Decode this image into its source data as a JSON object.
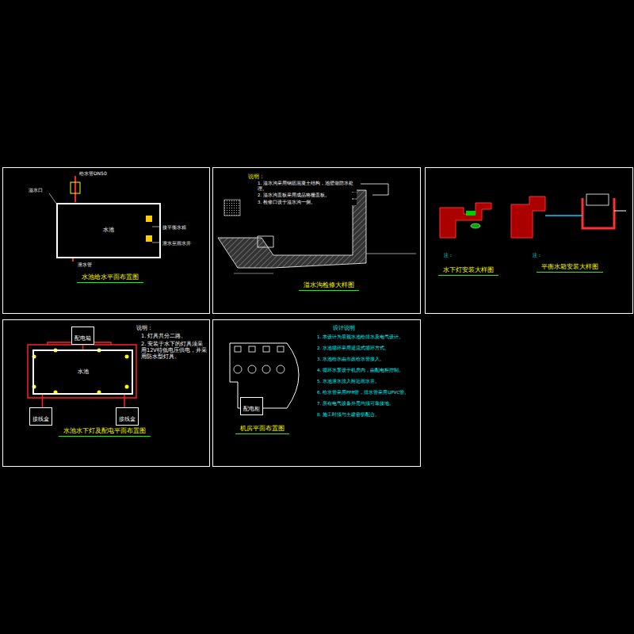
{
  "diagram": {
    "nodes": [
      {
        "text": [
          "水池给水平面布置图"
        ]
      },
      {
        "text": [
          "水池"
        ],
        "in": 0
      },
      {
        "text": [
          "溢水沟检修大样图"
        ]
      },
      {
        "text": [
          "水下灯安装大样图",
          "平衡水箱安装大样图"
        ]
      },
      {
        "text": [
          "水池水下灯及配电平面布置图"
        ]
      },
      {
        "text": [
          "水池"
        ],
        "in": 4
      },
      {
        "text": [
          "配电箱"
        ],
        "in": 4
      },
      {
        "text": [
          "接线盒"
        ],
        "in": 4
      },
      {
        "text": [
          "接线盒"
        ],
        "in": 4
      },
      {
        "text": [
          "机房平面布置图"
        ]
      },
      {
        "text": [
          "配电柜"
        ],
        "in": 9
      }
    ],
    "edges": [
      {
        "from": 6,
        "to": 5,
        "arrow": "none"
      },
      {
        "from": 5,
        "to": 7,
        "arrow": "none"
      },
      {
        "from": 5,
        "to": 8,
        "arrow": "none"
      }
    ],
    "labels": [
      "给水管DN50",
      "溢水口",
      "接平衡水箱",
      "泄水至雨水井",
      "泄水管",
      "说明：",
      "1. 溢水沟采用钢筋混凝土结构，池壁做防水处理。",
      "2. 溢水沟盖板采用成品格栅盖板。",
      "3. 检修口设于溢水沟一侧。",
      "注：",
      "注：",
      "说明：",
      "1. 灯具共分二路。",
      "2. 安装于水下的灯具须采用12V特低电压供电，并采用防水型灯具。",
      "设计说明",
      "1. 本设计为景观水池给排水及电气设计。",
      "2. 水池循环采用逆流式循环方式。",
      "3. 水池给水由市政给水管接入。",
      "4. 循环水泵设于机房内，由配电柜控制。",
      "5. 水池泄水排入附近雨水井。",
      "6. 给水管采用PPR管，排水管采用UPVC管。",
      "7. 所有电气设备外壳均须可靠接地。",
      "8. 施工时须与土建密切配合。"
    ]
  }
}
